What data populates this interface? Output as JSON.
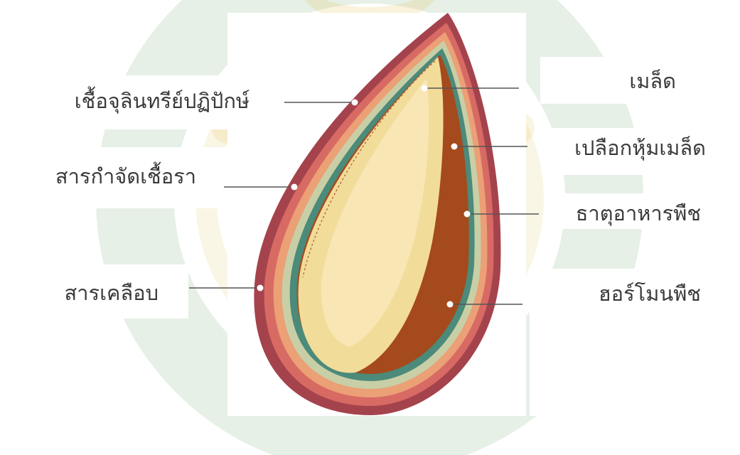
{
  "diagram": {
    "labels_left": [
      {
        "id": "fungicide-bio",
        "text": "เชื้อจุลินทรีย์ปฏิปักษ์"
      },
      {
        "id": "fungicide-chem",
        "text": "สารกำจัดเชื้อรา"
      },
      {
        "id": "coating",
        "text": "สารเคลือบ"
      }
    ],
    "labels_right": [
      {
        "id": "seed",
        "text": "เมล็ด"
      },
      {
        "id": "seed-coat",
        "text": "เปลือกหุ้มเมล็ด"
      },
      {
        "id": "nutrients",
        "text": "ธาตุอาหารพืช"
      },
      {
        "id": "hormone",
        "text": "ฮอร์โมนพืช"
      }
    ],
    "colors": {
      "outer_layer": "#a5434d",
      "layer_2": "#d86a64",
      "layer_3": "#eba076",
      "layer_4": "#c8cfa6",
      "layer_5": "#4c8a7a",
      "coat": "#a54a1c",
      "endosperm": "#f2dc9a",
      "watermark": "#3f8b3a",
      "watermark_gold": "#e3c460"
    }
  }
}
